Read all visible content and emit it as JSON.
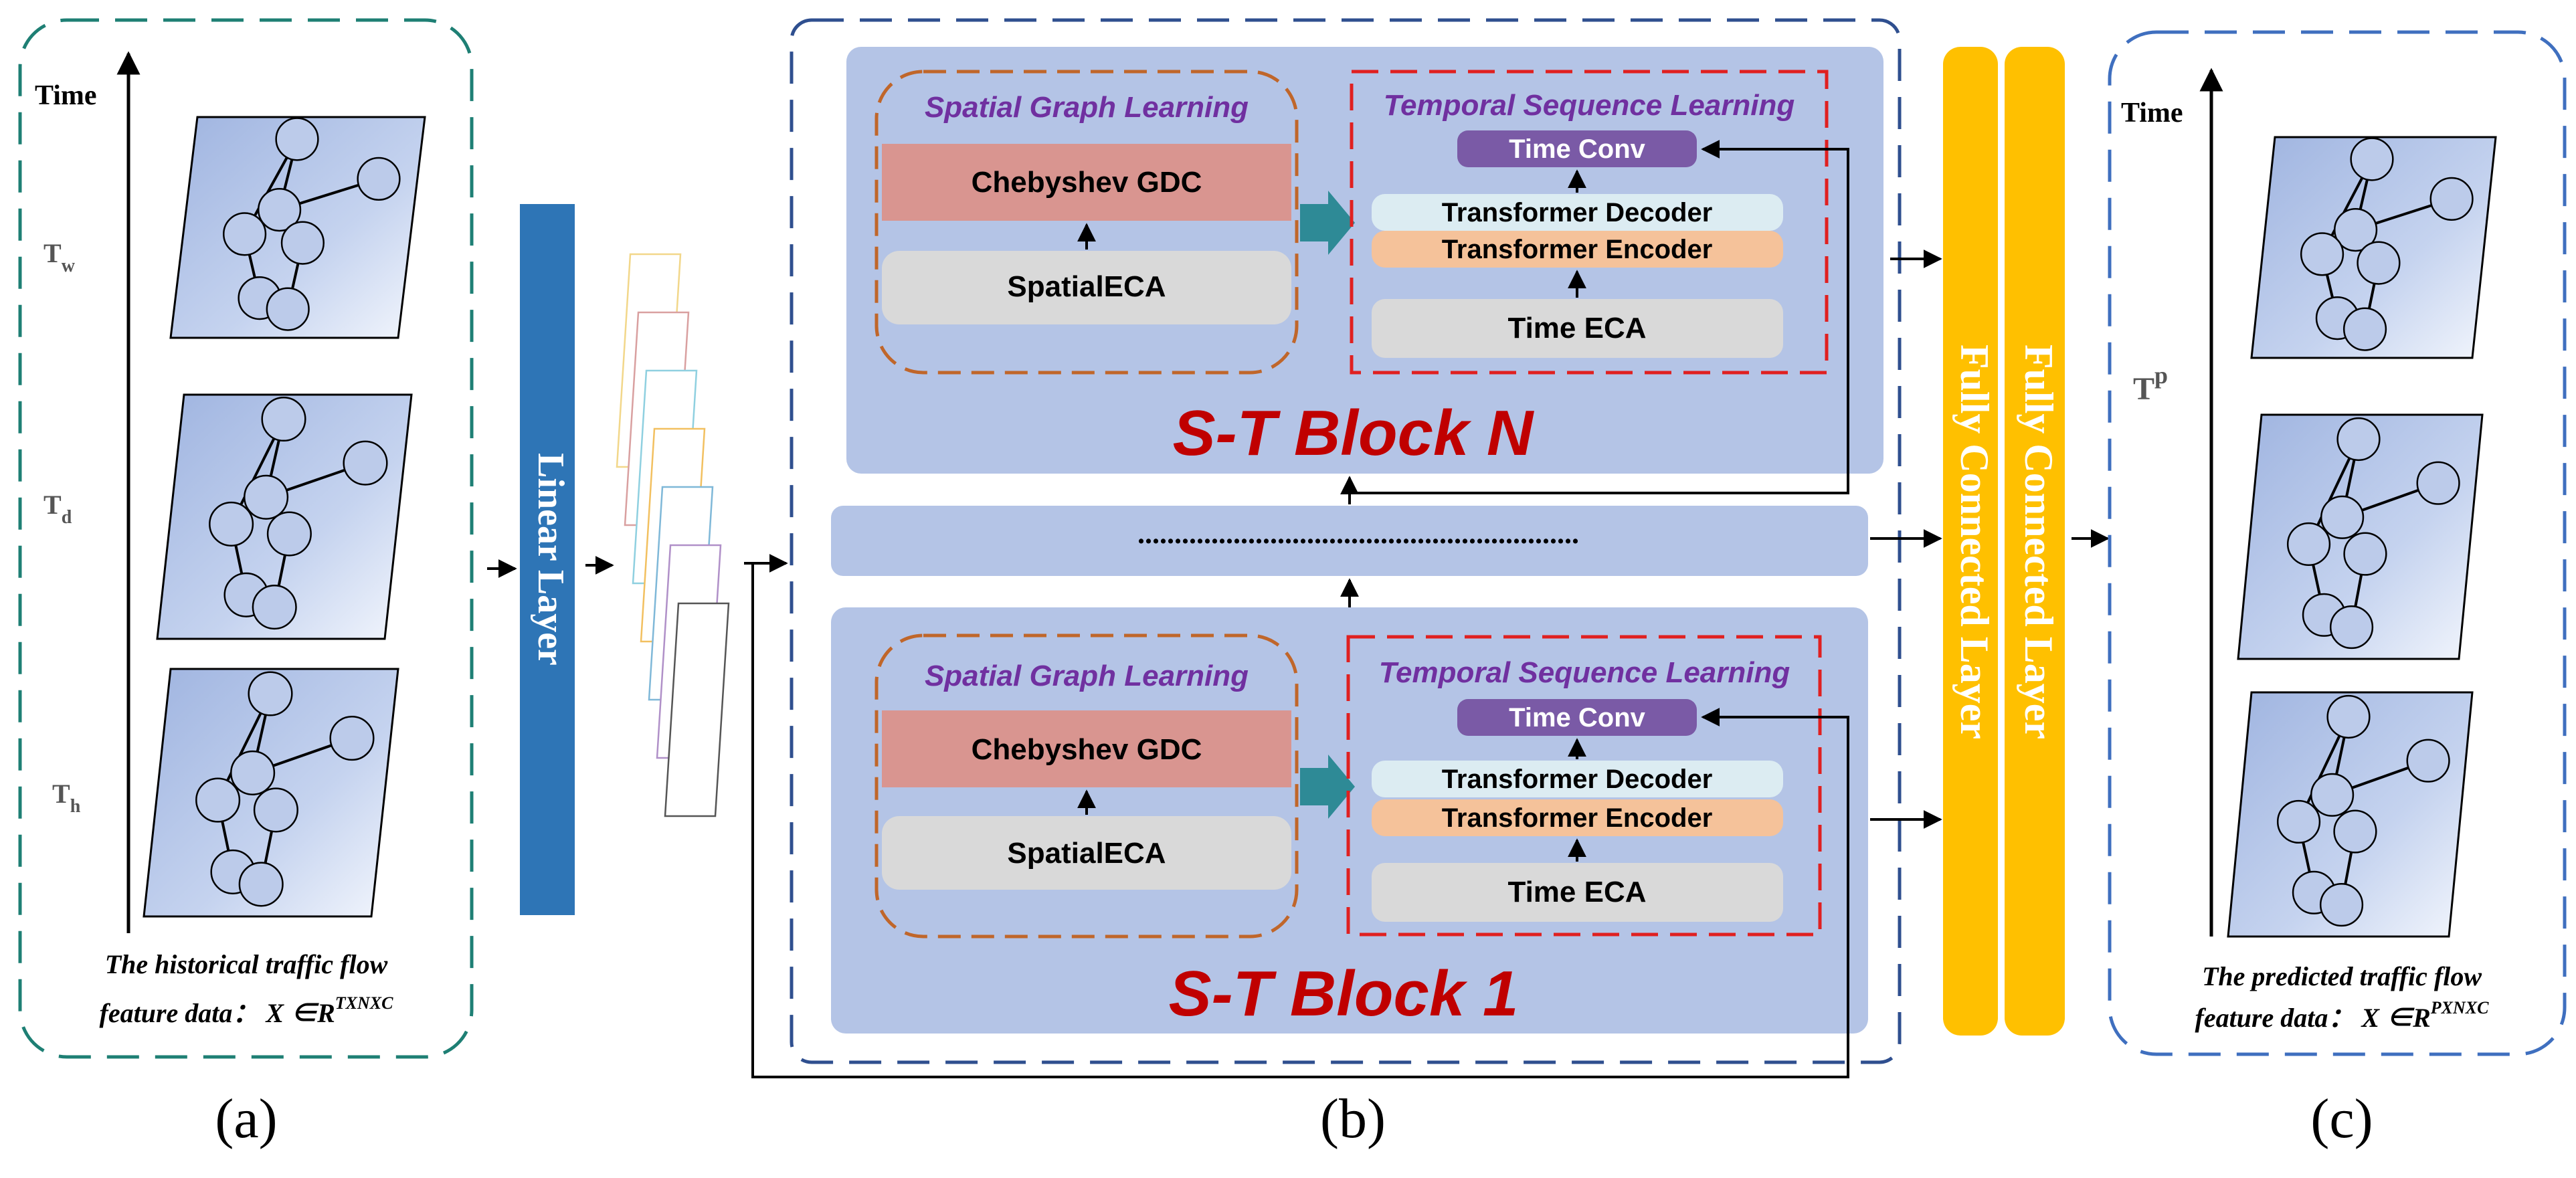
{
  "panel_a": {
    "axis_label": "Time",
    "times": [
      {
        "base": "T",
        "sub": "w"
      },
      {
        "base": "T",
        "sub": "d"
      },
      {
        "base": "T",
        "sub": "h"
      }
    ],
    "caption_line1": "The historical traffic flow",
    "caption_line2": "feature data： X ∈R",
    "caption_sup": "TXNXC"
  },
  "linear_layer": {
    "label": "Linear Layer"
  },
  "blocks": [
    {
      "title": "S-T Block N",
      "spatial": {
        "title": "Spatial Graph Learning",
        "gdc": "Chebyshev GDC",
        "eca": "SpatialECA"
      },
      "temporal": {
        "title": "Temporal Sequence Learning",
        "conv": "Time Conv",
        "decoder": "Transformer Decoder",
        "encoder": "Transformer Encoder",
        "eca": "Time ECA"
      }
    },
    {
      "title": "S-T Block 1",
      "spatial": {
        "title": "Spatial Graph Learning",
        "gdc": "Chebyshev GDC",
        "eca": "SpatialECA"
      },
      "temporal": {
        "title": "Temporal Sequence Learning",
        "conv": "Time Conv",
        "decoder": "Transformer Decoder",
        "encoder": "Transformer Encoder",
        "eca": "Time ECA"
      }
    }
  ],
  "ellipsis": "............................................................",
  "fc_layers": [
    "Fully Connected Layer",
    "Fully Connected Layer"
  ],
  "panel_c": {
    "axis_label": "Time",
    "time": {
      "base": "T",
      "sup": "p"
    },
    "caption_line1": "The predicted traffic flow",
    "caption_line2": "feature data： X  ∈R",
    "caption_sup": "PXNXC"
  },
  "panel_labels": [
    "(a)",
    "(b)",
    "(c)"
  ],
  "colors": {
    "teal_dash": "#1e7f74",
    "blue_dash": "#2f4f8f",
    "block_bg": "#b4c4e6",
    "spatial_dash": "#c0662a",
    "temporal_dash": "#e02020",
    "gdc_bg": "#d99590",
    "eca_bg": "#d9d9d9",
    "conv_bg": "#7a5aa6",
    "decoder_bg": "#dcecf2",
    "encoder_bg": "#f5c29a",
    "linear_bg": "#2e75b6",
    "fc_bg": "#ffc000",
    "block_title": "#c00000",
    "sub_title": "#7030a0",
    "arrow_teal": "#2e8a96"
  }
}
